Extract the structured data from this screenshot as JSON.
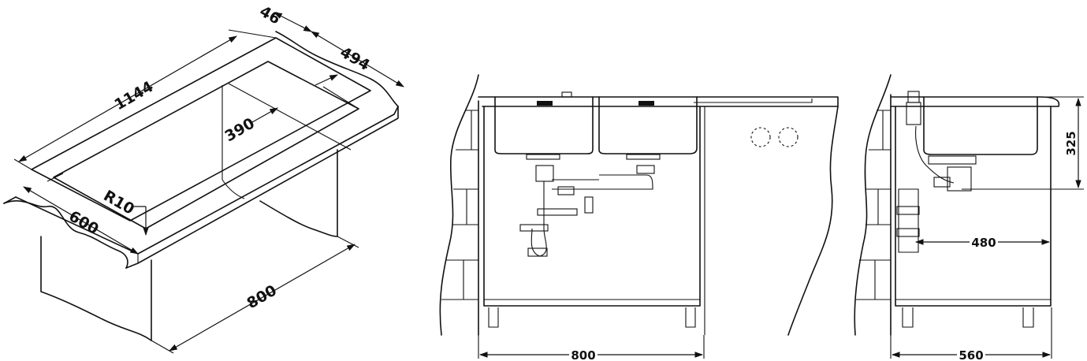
{
  "dimensions": {
    "iso_overall_length": "1144",
    "iso_rim": "46",
    "iso_depth": "494",
    "iso_bowl_depth": "390",
    "iso_radius": "R10",
    "iso_counter_depth": "600",
    "iso_cabinet_width": "800",
    "front_cabinet_width": "800",
    "side_cabinet_depth": "560",
    "side_drain_offset": "480",
    "side_height": "325"
  }
}
